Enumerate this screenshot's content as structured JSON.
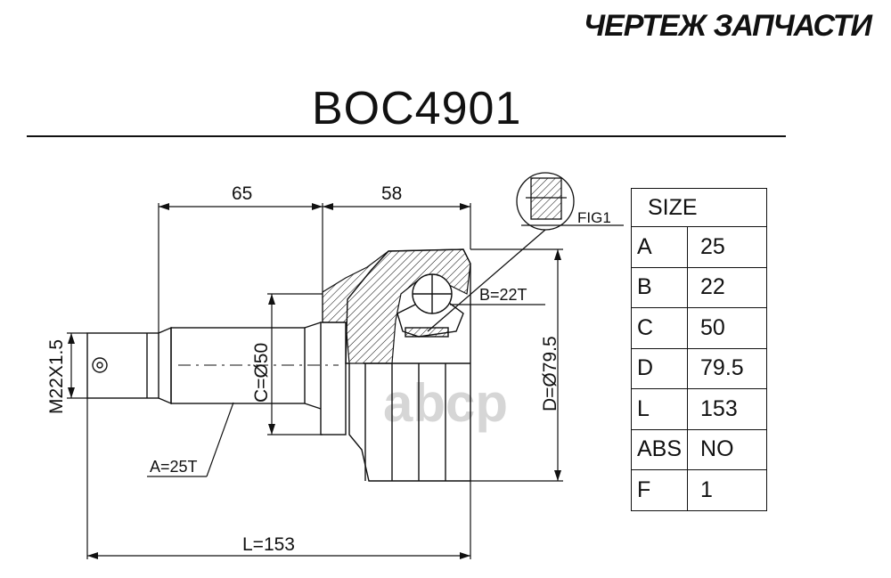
{
  "header": {
    "title": "ЧЕРТЕЖ ЗАПЧАСТИ"
  },
  "part": {
    "number": "BOC4901"
  },
  "watermark": {
    "text": "abcp"
  },
  "drawing": {
    "dim_top_left": "65",
    "dim_top_right": "58",
    "fig_label": "FIG1",
    "label_b": "B=22T",
    "label_a": "A=25T",
    "label_c": "C=Ø50",
    "label_d": "D=Ø79.5",
    "label_m": "M22X1.5",
    "label_l": "L=153"
  },
  "size_table": {
    "header": "SIZE",
    "rows": [
      {
        "key": "A",
        "value": "25"
      },
      {
        "key": "B",
        "value": "22"
      },
      {
        "key": "C",
        "value": "50"
      },
      {
        "key": "D",
        "value": "79.5"
      },
      {
        "key": "L",
        "value": "153"
      },
      {
        "key": "ABS",
        "value": "NO"
      },
      {
        "key": "F",
        "value": "1"
      }
    ]
  }
}
